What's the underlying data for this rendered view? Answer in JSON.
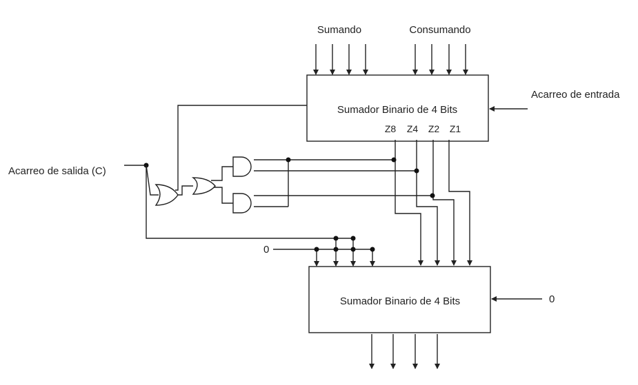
{
  "labels": {
    "sumando": "Sumando",
    "consumando": "Consumando",
    "acarreo_entrada": "Acarreo de entrada",
    "acarreo_salida": "Acarreo de salida (C)",
    "zero_left": "0",
    "zero_right": "0"
  },
  "adder_top": {
    "title": "Sumador Binario de 4 Bits",
    "outputs": [
      "Z8",
      "Z4",
      "Z2",
      "Z1"
    ]
  },
  "adder_bottom": {
    "title": "Sumador Binario de 4 Bits"
  },
  "colors": {
    "stroke": "#222222",
    "background": "#ffffff"
  }
}
